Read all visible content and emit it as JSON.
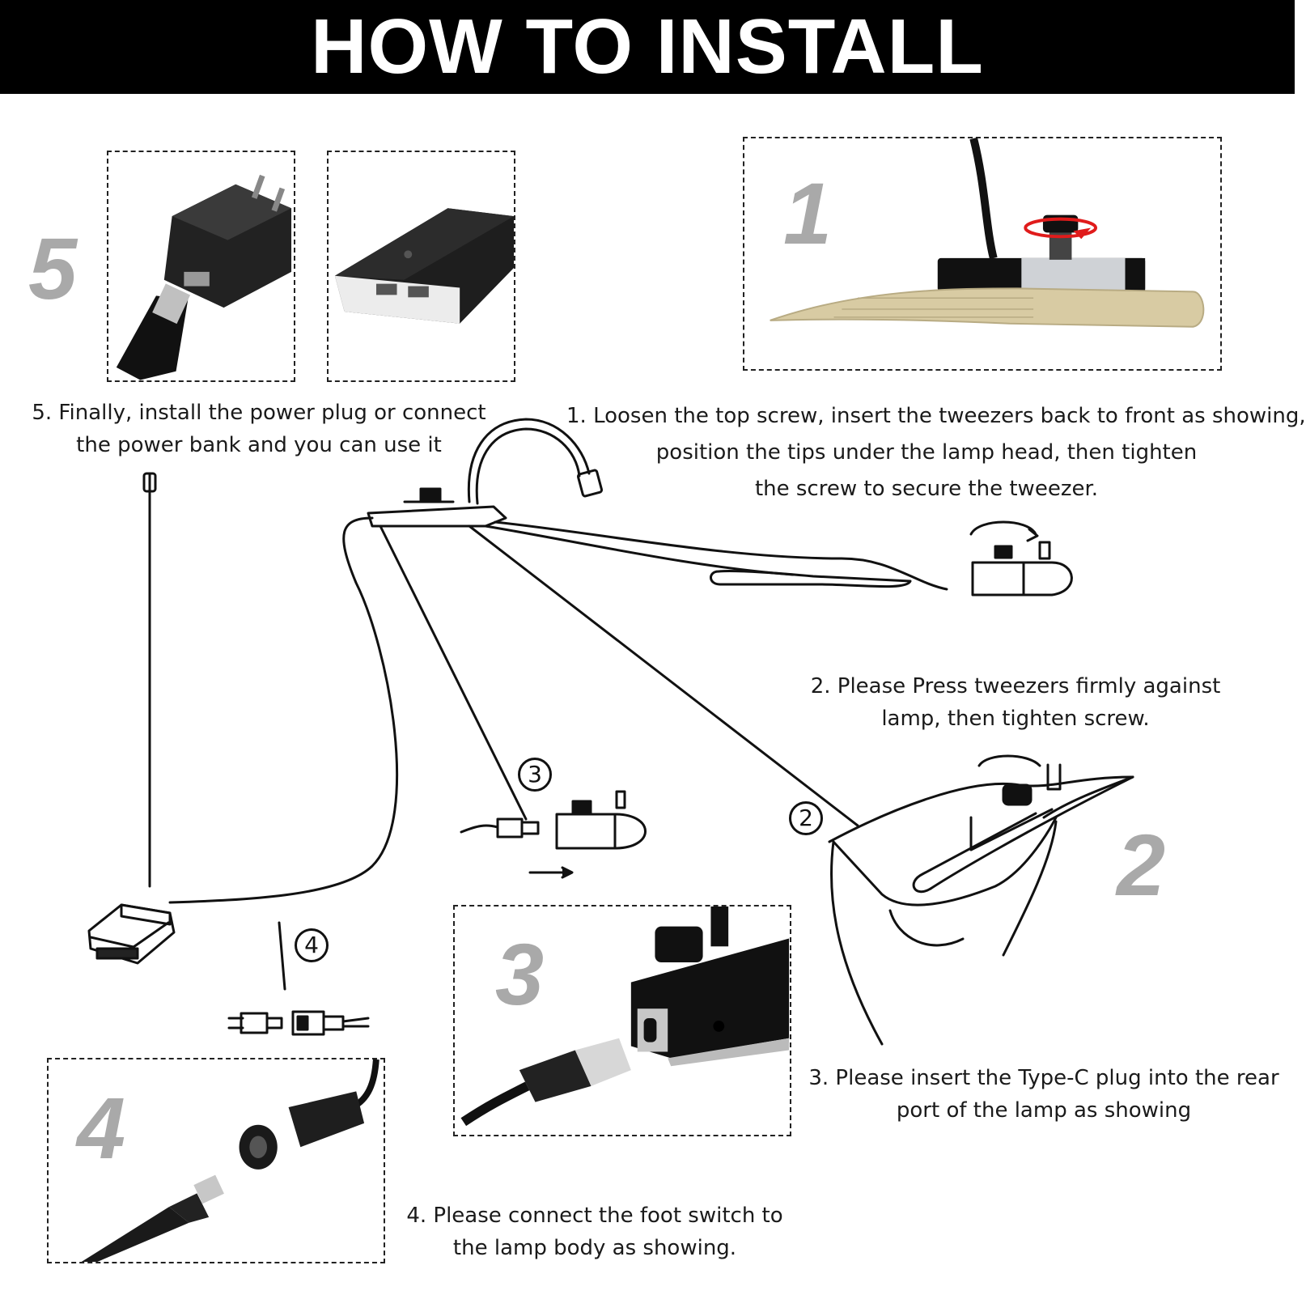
{
  "title": "HOW TO INSTALL",
  "steps": [
    {
      "number": "1",
      "lines": [
        "1. Loosen the top screw, insert the tweezers back to front as showing,",
        "position the tips under the lamp head, then tighten",
        "the screw to secure the tweezer."
      ]
    },
    {
      "number": "2",
      "lines": [
        "2. Please Press tweezers firmly against",
        "lamp, then tighten screw."
      ]
    },
    {
      "number": "3",
      "lines": [
        "3. Please insert the Type-C plug into the rear",
        "port of the lamp as showing"
      ]
    },
    {
      "number": "4",
      "lines": [
        "4. Please connect the foot switch to",
        "the lamp body as showing."
      ]
    },
    {
      "number": "5",
      "lines": [
        "5. Finally, install the power plug or connect",
        "the power bank and you can use it"
      ]
    }
  ],
  "callouts": [
    "2",
    "3",
    "4"
  ],
  "colors": {
    "header_bg": "#000000",
    "header_text": "#ffffff",
    "step_number": "#a9a9a9",
    "tweezer_gold": "#d8cba3",
    "rotate_arrow": "#e01b1b"
  },
  "icons": [
    "wall-charger-icon",
    "power-bank-icon",
    "tweezer-clamp-icon",
    "type-c-port-icon",
    "dc-connector-icon",
    "foot-switch-icon",
    "gooseneck-lamp-icon",
    "hand-icon"
  ]
}
